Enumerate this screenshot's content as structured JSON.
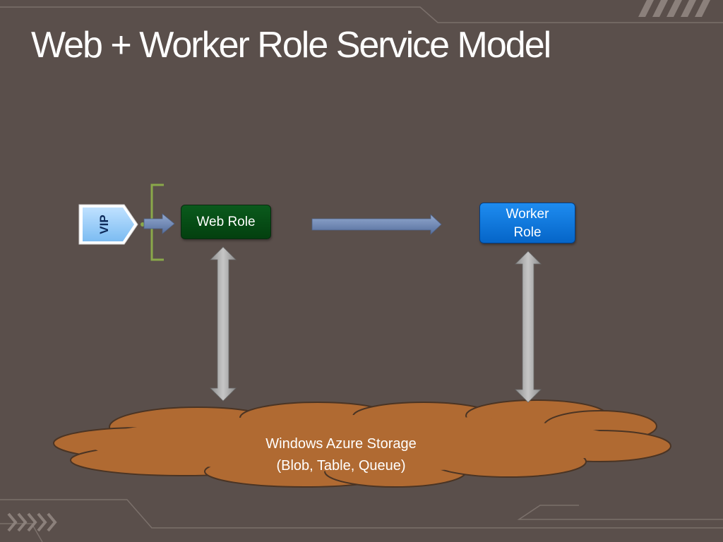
{
  "slide": {
    "title": "Web + Worker Role Service Model"
  },
  "diagram": {
    "vip_label": "VIP",
    "web_role_label": "Web Role",
    "worker_role_label_line1": "Worker",
    "worker_role_label_line2": "Role",
    "storage_label_line1": "Windows Azure Storage",
    "storage_label_line2": "(Blob, Table, Queue)"
  },
  "colors": {
    "background": "#5a4f4b",
    "web_role": "#045217",
    "worker_role": "#0a78e0",
    "storage_cloud": "#b06a32",
    "arrows": "#6f8ab8",
    "double_arrows": "#a3a3a3",
    "bracket": "#8aa84a"
  }
}
